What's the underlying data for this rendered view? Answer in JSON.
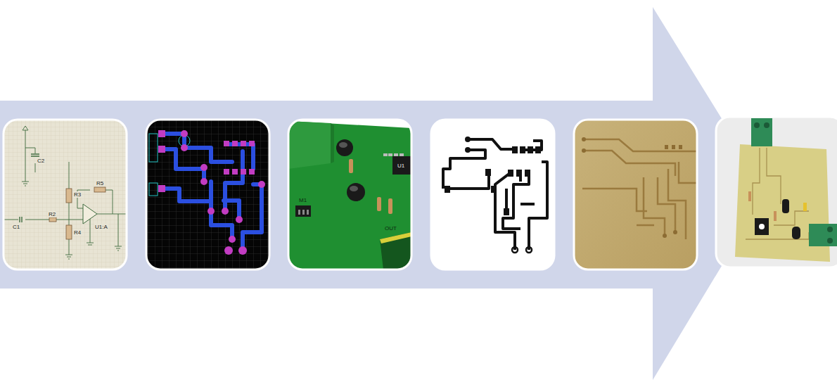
{
  "diagram": {
    "labels": [
      "C2",
      "R3",
      "R5",
      "C1",
      "R2",
      "R4",
      "U1:A",
      "M1",
      "U1",
      "OUT"
    ]
  }
}
